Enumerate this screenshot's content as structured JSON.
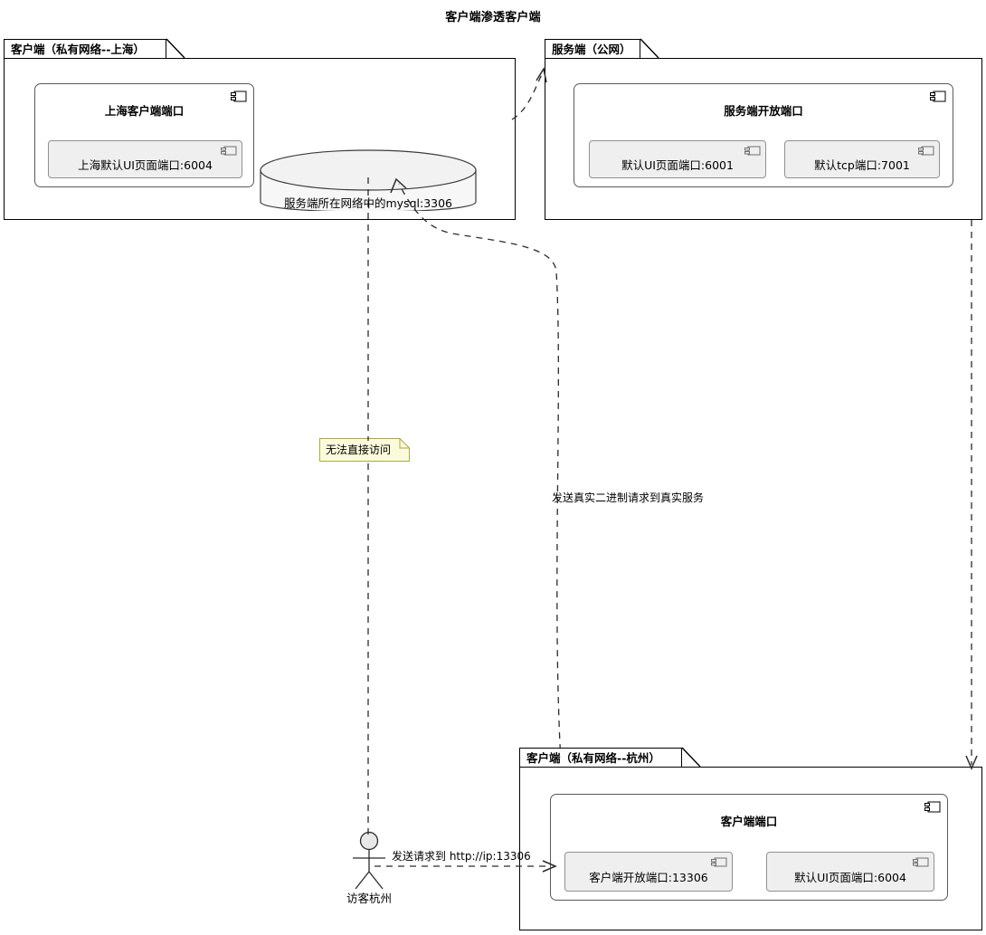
{
  "diagram": {
    "title": "客户端渗透客户端",
    "type": "uml-deployment-diagram"
  },
  "packages": [
    {
      "id": "shanghai-client",
      "label": "客户端（私有网络--上海）",
      "component": {
        "title": "上海客户端端口",
        "icon": "component-icon",
        "ports": [
          {
            "label": "上海默认UI页面端口:6004",
            "icon": "component-icon"
          }
        ]
      }
    },
    {
      "id": "public-server",
      "label": "服务端（公网）",
      "component": {
        "title": "服务端开放端口",
        "icon": "component-icon",
        "ports": [
          {
            "label": "默认UI页面端口:6001",
            "icon": "component-icon"
          },
          {
            "label": "默认tcp端口:7001",
            "icon": "component-icon"
          }
        ]
      }
    },
    {
      "id": "hangzhou-client",
      "label": "客户端（私有网络--杭州）",
      "component": {
        "title": "客户端端口",
        "icon": "component-icon",
        "ports": [
          {
            "label": "客户端开放端口:13306",
            "icon": "component-icon"
          },
          {
            "label": "默认UI页面端口:6004",
            "icon": "component-icon"
          }
        ]
      }
    }
  ],
  "database": {
    "id": "mysql-db",
    "label": "服务端所在网络中的mysql:3306",
    "icon": "database-cylinder-icon"
  },
  "actor": {
    "id": "visitor-hangzhou",
    "label": "访客杭州",
    "icon": "actor-icon"
  },
  "note": {
    "id": "no-direct-access-note",
    "text": "无法直接访问",
    "fill": "#FBFBDC",
    "border": "#A9A948"
  },
  "edges": [
    {
      "id": "actor-to-hangzhou-port",
      "label": "发送请求到 http://ip:13306",
      "from": "visitor-hangzhou",
      "to": "客户端开放端口:13306",
      "style": "dashed-arrow"
    },
    {
      "id": "hangzhou-to-mysql",
      "label": "发送真实二进制请求到真实服务",
      "from": "客户端（私有网络--杭州）",
      "to": "服务端所在网络中的mysql:3306",
      "style": "dashed-arrow"
    },
    {
      "id": "shanghai-to-server",
      "label": "",
      "from": "客户端（私有网络--上海）",
      "to": "服务端（公网）",
      "style": "dashed-arrow"
    },
    {
      "id": "server-to-hangzhou",
      "label": "",
      "from": "服务端（公网）",
      "to": "客户端（私有网络--杭州）",
      "style": "dashed-arrow"
    },
    {
      "id": "mysql-to-actor",
      "label": "",
      "from": "服务端所在网络中的mysql:3306",
      "to": "访客杭州",
      "style": "dashed-line"
    }
  ],
  "colors": {
    "background": "#FFFFFF",
    "stroke": "#000000",
    "port_fill": "#EFEFEF",
    "port_border": "#909090",
    "note_fill": "#FBFBDC",
    "db_fill": "#F5F5F5",
    "actor_fill": "#E8E8E8"
  }
}
